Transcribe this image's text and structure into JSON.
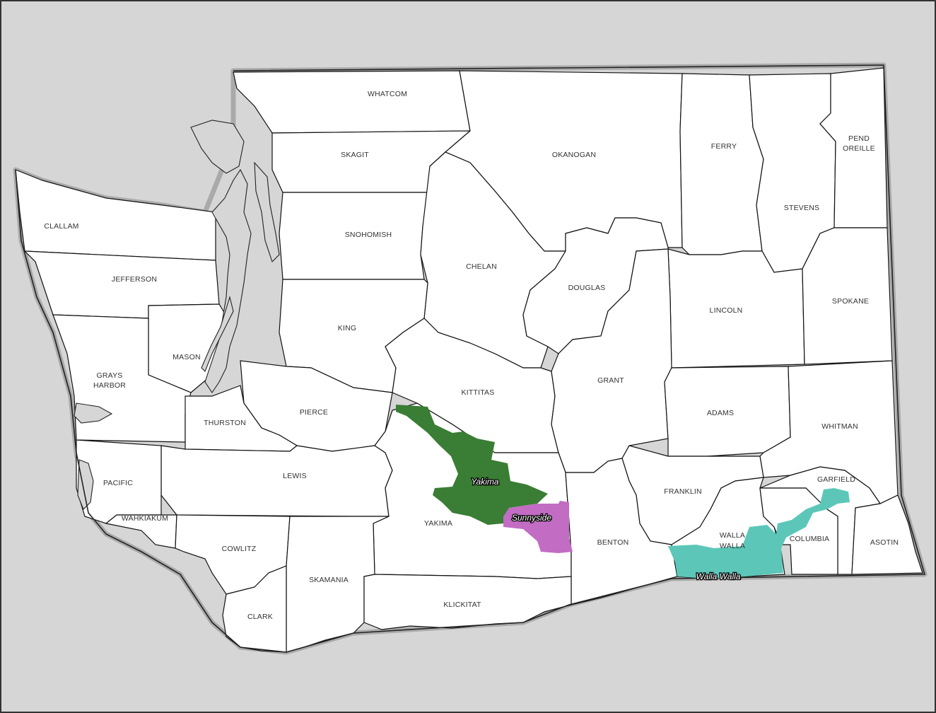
{
  "map": {
    "colors": {
      "land": "#ffffff",
      "background": "#d6d6d6",
      "county_border": "#111111",
      "yakima_region": "#3a7d34",
      "sunnyside_region": "#c26cc4",
      "walla_walla_region": "#5cc7b9"
    },
    "counties": {
      "whatcom": "WHATCOM",
      "skagit": "SKAGIT",
      "okanogan": "OKANOGAN",
      "ferry": "FERRY",
      "stevens": "STEVENS",
      "pend_oreille_1": "PEND",
      "pend_oreille_2": "OREILLE",
      "clallam": "CLALLAM",
      "jefferson": "JEFFERSON",
      "snohomish": "SNOHOMISH",
      "chelan": "CHELAN",
      "douglas": "DOUGLAS",
      "lincoln": "LINCOLN",
      "spokane": "SPOKANE",
      "king": "KING",
      "mason": "MASON",
      "grays_harbor_1": "GRAYS",
      "grays_harbor_2": "HARBOR",
      "kittitas": "KITTITAS",
      "grant": "GRANT",
      "pierce": "PIERCE",
      "thurston": "THURSTON",
      "adams": "ADAMS",
      "whitman": "WHITMAN",
      "lewis": "LEWIS",
      "pacific": "PACIFIC",
      "franklin": "FRANKLIN",
      "garfield": "GARFIELD",
      "wahkiakum": "WAHKIAKUM",
      "yakima": "YAKIMA",
      "walla_walla_1": "WALLA",
      "walla_walla_2": "WALLA",
      "columbia": "COLUMBIA",
      "asotin": "ASOTIN",
      "cowlitz": "COWLITZ",
      "benton": "BENTON",
      "skamania": "SKAMANIA",
      "klickitat": "KLICKITAT",
      "clark": "CLARK"
    },
    "regions": {
      "yakima": "Yakima",
      "sunnyside": "Sunnyside",
      "walla_walla": "Walla Walla"
    }
  }
}
